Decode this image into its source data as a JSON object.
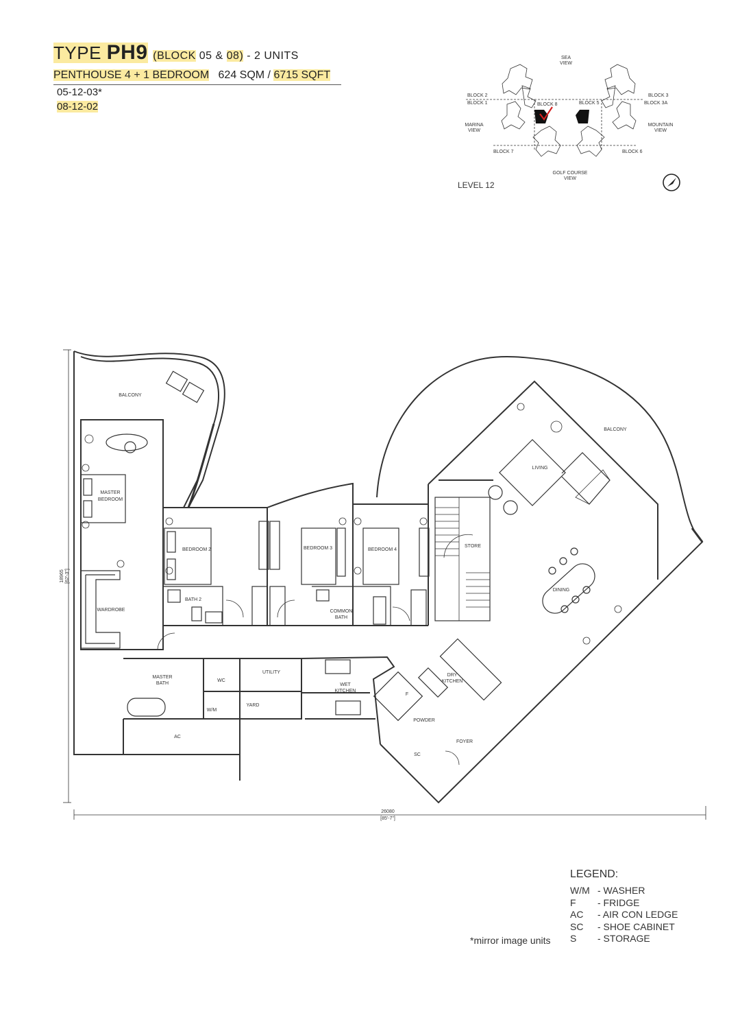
{
  "header": {
    "type_word": "TYPE",
    "type_code": "PH9",
    "block_open": "(BLOCK",
    "block_a": "05",
    "block_amp": "&",
    "block_b": "08)",
    "units_text": "- 2 UNITS",
    "unit_type": "PENTHOUSE  4 + 1 BEDROOM",
    "area_sqm": "624 SQM /",
    "area_sqft": "6715 SQFT",
    "unit_numbers": [
      "05-12-03*",
      "08-12-02"
    ]
  },
  "keyplan": {
    "views": {
      "sea": [
        "SEA",
        "VIEW"
      ],
      "marina": [
        "MARINA",
        "VIEW"
      ],
      "mountain": [
        "MOUNTAIN",
        "VIEW"
      ],
      "golf": [
        "GOLF COURSE",
        "VIEW"
      ]
    },
    "blocks": [
      "BLOCK 2",
      "BLOCK 1",
      "BLOCK 8",
      "BLOCK 5",
      "BLOCK 3",
      "BLOCK 3A",
      "BLOCK 7",
      "BLOCK 6"
    ],
    "level": "LEVEL 12",
    "highlight_color": "#111111",
    "check_color": "#d42020"
  },
  "rooms": {
    "balcony_left": "BALCONY",
    "master_bedroom": [
      "MASTER",
      "BEDROOM"
    ],
    "wardrobe": "WARDROBE",
    "bedroom2": "BEDROOM 2",
    "bath2": "BATH 2",
    "bedroom3": "BEDROOM 3",
    "bedroom4": "BEDROOM 4",
    "common_bath": [
      "COMMON",
      "BATH"
    ],
    "store": "STORE",
    "living": "LIVING",
    "balcony_right": "BALCONY",
    "dining": "DINING",
    "master_bath": [
      "MASTER",
      "BATH"
    ],
    "wc": "WC",
    "utility": "UTILITY",
    "yard": "YARD",
    "wm": "W/M",
    "ac": "AC",
    "wet_kitchen": [
      "WET",
      "KITCHEN"
    ],
    "dry_kitchen": [
      "DRY",
      "KITCHEN"
    ],
    "f": "F",
    "powder": "POWDER",
    "sc": "SC",
    "foyer": "FOYER"
  },
  "dimensions": {
    "width_mm": "26080",
    "width_ft": "[85'-7\"]",
    "height_mm": "18965",
    "height_ft": "[62'-3\"]"
  },
  "legend": {
    "title": "LEGEND:",
    "items": [
      {
        "abbr": "W/M",
        "desc": "- WASHER"
      },
      {
        "abbr": "F",
        "desc": "- FRIDGE"
      },
      {
        "abbr": "AC",
        "desc": "- AIR CON LEDGE"
      },
      {
        "abbr": "SC",
        "desc": "- SHOE CABINET"
      },
      {
        "abbr": "S",
        "desc": "- STORAGE"
      }
    ]
  },
  "note": "*mirror image units",
  "colors": {
    "highlight": "#fbeaa0",
    "line": "#333333"
  }
}
